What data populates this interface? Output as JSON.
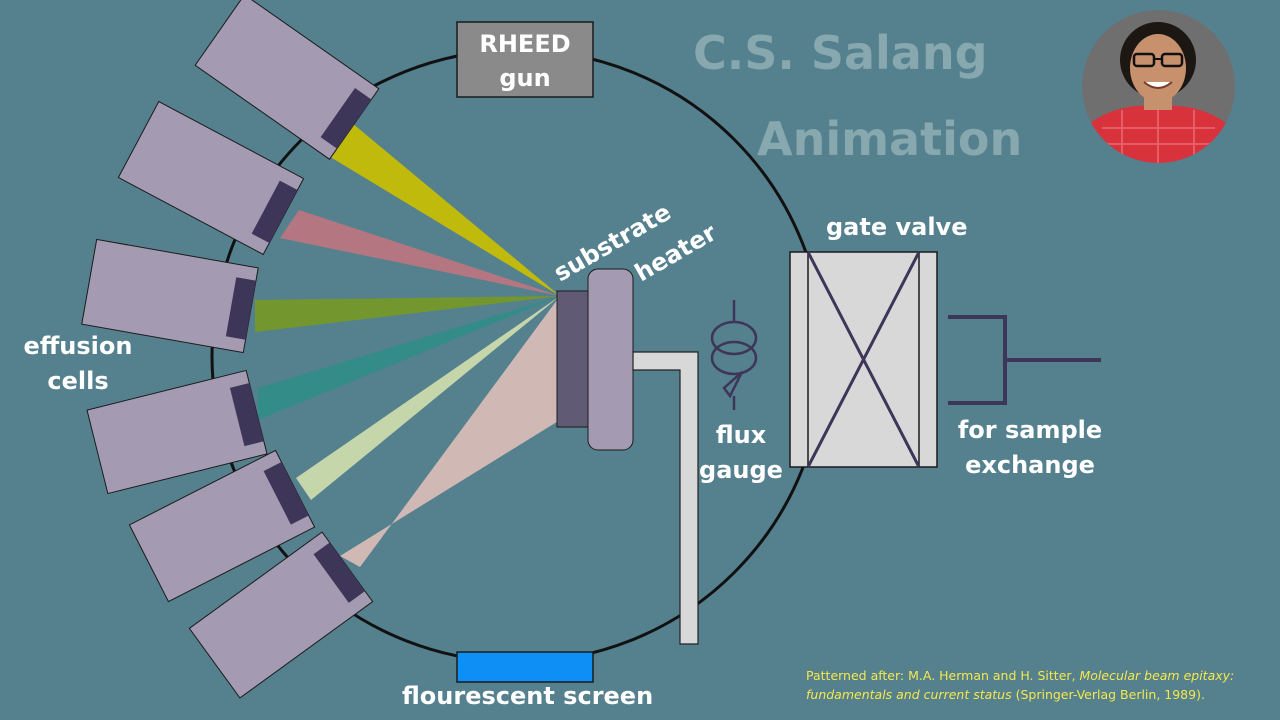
{
  "labels": {
    "rheed_line1": "RHEED",
    "rheed_line2": "gun",
    "substrate": "substrate",
    "heater": "heater",
    "gate_valve": "gate valve",
    "effusion_line1": "effusion",
    "effusion_line2": "cells",
    "flux_line1": "flux",
    "flux_line2": "gauge",
    "sample_line1": "for sample",
    "sample_line2": "exchange",
    "screen": "flourescent screen"
  },
  "watermark": {
    "line1": "C.S. Salang",
    "line2": "Animation"
  },
  "citation": {
    "prefix": "Patterned after: M.A. Herman and H. Sitter, ",
    "title": "Molecular beam epitaxy: fundamentals and current status",
    "suffix": " (Springer-Verlag Berlin, 1989)."
  },
  "colors": {
    "background": "#55808e",
    "chamber_outline": "#111111",
    "cell_body": "#a49bb2",
    "cell_shutter": "#3e3658",
    "beam_yellow": "#c8bf00",
    "beam_red": "#c8767e",
    "beam_olive": "#7a9a1c",
    "beam_teal": "#2e8e88",
    "beam_pale_green": "#dbe8b0",
    "beam_pink": "#f2c8c0",
    "screen": "#0d8ff5",
    "watermark": "#8fb0b4",
    "citation": "#f5e84c"
  },
  "icons": [
    "flux-gauge-icon",
    "avatar-photo"
  ]
}
